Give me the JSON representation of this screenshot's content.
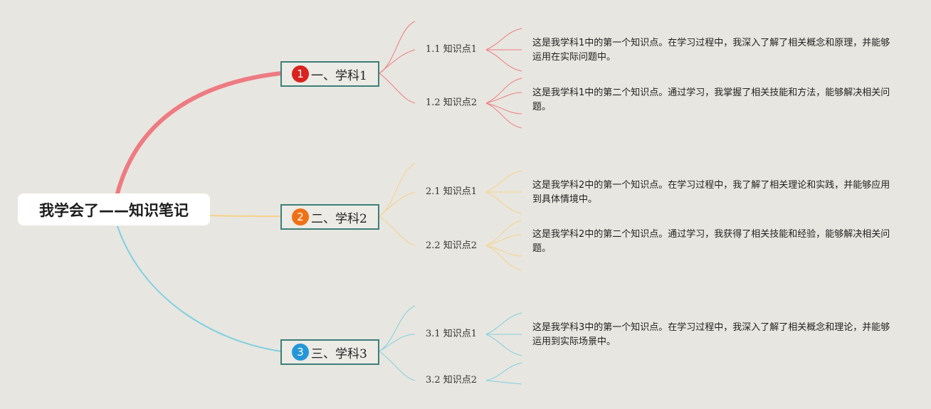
{
  "root": {
    "title": "我学会了——知识笔记"
  },
  "colors": {
    "branch1": "#ee7b82",
    "branch2": "#f6d289",
    "branch3": "#7fd0e2",
    "badge1": "#d9231e",
    "badge2": "#ef7117",
    "badge3": "#2597d8"
  },
  "subjects": [
    {
      "badge": "1",
      "label": "一、学科1",
      "points": [
        {
          "label": "1.1 知识点1",
          "desc": "这是我学科1中的第一个知识点。在学习过程中，我深入了解了相关概念和原理，并能够运用在实际问题中。"
        },
        {
          "label": "1.2 知识点2",
          "desc": "这是我学科1中的第二个知识点。通过学习，我掌握了相关技能和方法，能够解决相关问题。"
        }
      ]
    },
    {
      "badge": "2",
      "label": "二、学科2",
      "points": [
        {
          "label": "2.1 知识点1",
          "desc": "这是我学科2中的第一个知识点。在学习过程中，我了解了相关理论和实践，并能够应用到具体情境中。"
        },
        {
          "label": "2.2 知识点2",
          "desc": "这是我学科2中的第二个知识点。通过学习，我获得了相关技能和经验，能够解决相关问题。"
        }
      ]
    },
    {
      "badge": "3",
      "label": "三、学科3",
      "points": [
        {
          "label": "3.1 知识点1",
          "desc": "这是我学科3中的第一个知识点。在学习过程中，我深入了解了相关概念和理论，并能够运用到实际场景中。"
        },
        {
          "label": "3.2 知识点2",
          "desc": ""
        }
      ]
    }
  ]
}
